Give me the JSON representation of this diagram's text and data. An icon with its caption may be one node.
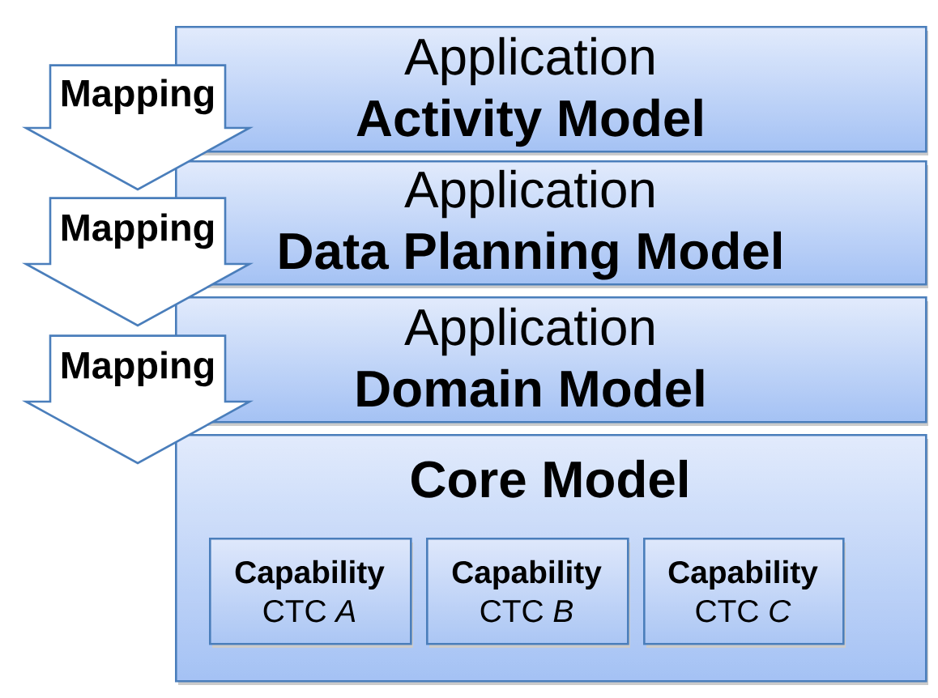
{
  "diagram": {
    "nodes": [
      {
        "text": [
          "Application",
          "Activity Model"
        ]
      },
      {
        "text": [
          "Application",
          "Data Planning Model"
        ]
      },
      {
        "text": [
          "Application",
          "Domain Model"
        ]
      },
      {
        "text": [
          "Core Model"
        ]
      },
      {
        "text": [
          "Capability",
          "CTC *A*"
        ],
        "in": 3
      },
      {
        "text": [
          "Capability",
          "CTC *B*"
        ],
        "in": 3
      },
      {
        "text": [
          "Capability",
          "CTC *C*"
        ],
        "in": 3
      }
    ],
    "edges": [
      {
        "from": 0,
        "to": 1,
        "arrow": "to",
        "label": "Mapping"
      },
      {
        "from": 1,
        "to": 2,
        "arrow": "to",
        "label": "Mapping"
      },
      {
        "from": 2,
        "to": 3,
        "arrow": "to",
        "label": "Mapping"
      }
    ]
  }
}
